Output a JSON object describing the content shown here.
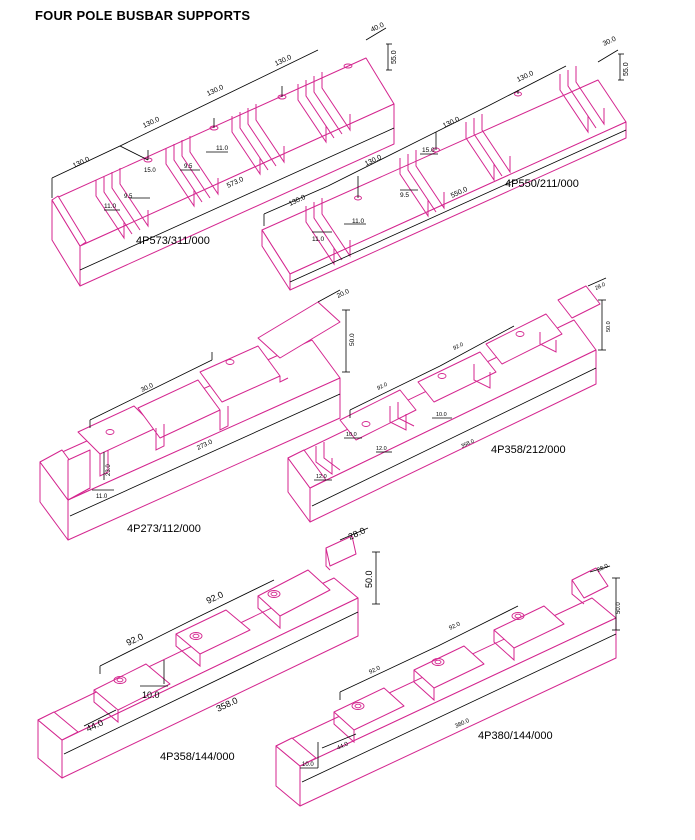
{
  "page": {
    "title": "FOUR POLE BUSBAR SUPPORTS"
  },
  "colors": {
    "part_outline": "#d4268f",
    "dimension_line": "#000000",
    "background": "#ffffff"
  },
  "parts": {
    "p1": {
      "code": "4P573/311/000",
      "dims": {
        "pitch1": "130.0",
        "pitch2": "130.0",
        "pitch3": "130.0",
        "pitch4": "130.0",
        "width": "40.0",
        "height": "55.0",
        "length": "573.0",
        "slot_a": "11.0",
        "slot_b": "11.0",
        "slot_c": "9.5",
        "slot_d": "9.5",
        "slot_depth": "15.0"
      }
    },
    "p2": {
      "code": "4P550/211/000",
      "dims": {
        "pitch1": "130.0",
        "pitch2": "130.0",
        "pitch3": "130.0",
        "pitch4": "130.0",
        "width": "30.0",
        "height": "55.0",
        "length": "550.0",
        "slot_a": "11.0",
        "slot_b": "11.0",
        "slot_c": "9.5",
        "slot_depth": "15.0"
      }
    },
    "p3": {
      "code": "4P273/112/000",
      "dims": {
        "width": "20.0",
        "height": "50.0",
        "pitch": "30.0",
        "length": "273.0",
        "slot_depth": "23.0",
        "slot": "11.0"
      }
    },
    "p4": {
      "code": "4P358/212/000",
      "dims": {
        "width": "28.0",
        "height": "50.0",
        "pitch1": "92.0",
        "pitch2": "92.0",
        "length": "358.0",
        "slot_a": "10.0",
        "slot_b": "10.0",
        "slot_c": "12.0",
        "slot_d": "12.0"
      }
    },
    "p5": {
      "code": "4P358/144/000",
      "dims": {
        "width": "28.0",
        "height": "50.0",
        "pitch1": "92.0",
        "pitch2": "92.0",
        "length": "358.0",
        "step": "10.0",
        "end": "44.0"
      }
    },
    "p6": {
      "code": "4P380/144/000",
      "dims": {
        "width": "28.0",
        "height": "50.0",
        "pitch1": "92.0",
        "pitch2": "92.0",
        "length": "380.0",
        "step": "10.0",
        "end": "44.0"
      }
    }
  }
}
